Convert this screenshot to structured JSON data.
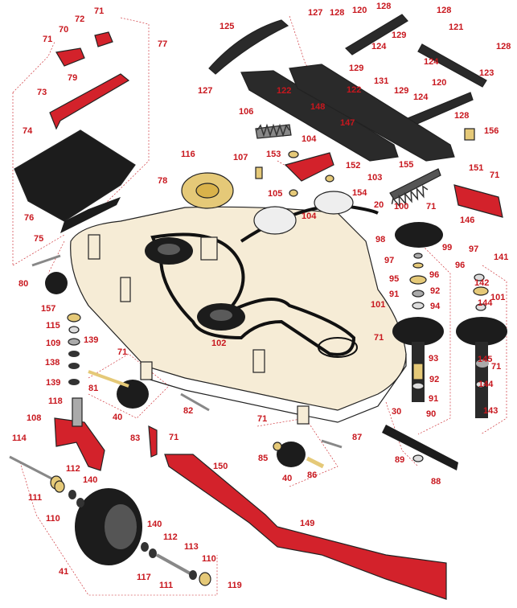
{
  "diagram": {
    "colors": {
      "callout": "#c8171e",
      "deck": "#f6ecd6",
      "red_part": "#d3222b",
      "black_part": "#1c1c1c",
      "brass": "#d9b24a"
    },
    "callouts": [
      {
        "label": "71"
      },
      {
        "label": "72"
      },
      {
        "label": "71"
      },
      {
        "label": "70"
      },
      {
        "label": "77"
      },
      {
        "label": "79"
      },
      {
        "label": "73"
      },
      {
        "label": "74"
      },
      {
        "label": "76"
      },
      {
        "label": "75"
      },
      {
        "label": "78"
      },
      {
        "label": "125"
      },
      {
        "label": "127"
      },
      {
        "label": "127"
      },
      {
        "label": "128"
      },
      {
        "label": "120"
      },
      {
        "label": "128"
      },
      {
        "label": "128"
      },
      {
        "label": "121"
      },
      {
        "label": "128"
      },
      {
        "label": "124"
      },
      {
        "label": "129"
      },
      {
        "label": "124"
      },
      {
        "label": "129"
      },
      {
        "label": "123"
      },
      {
        "label": "122"
      },
      {
        "label": "122"
      },
      {
        "label": "131"
      },
      {
        "label": "120"
      },
      {
        "label": "129"
      },
      {
        "label": "124"
      },
      {
        "label": "128"
      },
      {
        "label": "106"
      },
      {
        "label": "148"
      },
      {
        "label": "147"
      },
      {
        "label": "156"
      },
      {
        "label": "104"
      },
      {
        "label": "116"
      },
      {
        "label": "107"
      },
      {
        "label": "153"
      },
      {
        "label": "152"
      },
      {
        "label": "103"
      },
      {
        "label": "105"
      },
      {
        "label": "154"
      },
      {
        "label": "155"
      },
      {
        "label": "20"
      },
      {
        "label": "104"
      },
      {
        "label": "151"
      },
      {
        "label": "71"
      },
      {
        "label": "146"
      },
      {
        "label": "100"
      },
      {
        "label": "71"
      },
      {
        "label": "98"
      },
      {
        "label": "99"
      },
      {
        "label": "97"
      },
      {
        "label": "96"
      },
      {
        "label": "95"
      },
      {
        "label": "92"
      },
      {
        "label": "91"
      },
      {
        "label": "94"
      },
      {
        "label": "101"
      },
      {
        "label": "97"
      },
      {
        "label": "141"
      },
      {
        "label": "96"
      },
      {
        "label": "142"
      },
      {
        "label": "144"
      },
      {
        "label": "101"
      },
      {
        "label": "71"
      },
      {
        "label": "93"
      },
      {
        "label": "145"
      },
      {
        "label": "92"
      },
      {
        "label": "71"
      },
      {
        "label": "144"
      },
      {
        "label": "91"
      },
      {
        "label": "143"
      },
      {
        "label": "90"
      },
      {
        "label": "30"
      },
      {
        "label": "89"
      },
      {
        "label": "88"
      },
      {
        "label": "80"
      },
      {
        "label": "157"
      },
      {
        "label": "115"
      },
      {
        "label": "109"
      },
      {
        "label": "139"
      },
      {
        "label": "138"
      },
      {
        "label": "139"
      },
      {
        "label": "118"
      },
      {
        "label": "71"
      },
      {
        "label": "102"
      },
      {
        "label": "81"
      },
      {
        "label": "40"
      },
      {
        "label": "82"
      },
      {
        "label": "108"
      },
      {
        "label": "83"
      },
      {
        "label": "71"
      },
      {
        "label": "71"
      },
      {
        "label": "87"
      },
      {
        "label": "85"
      },
      {
        "label": "40"
      },
      {
        "label": "86"
      },
      {
        "label": "150"
      },
      {
        "label": "114"
      },
      {
        "label": "112"
      },
      {
        "label": "140"
      },
      {
        "label": "111"
      },
      {
        "label": "110"
      },
      {
        "label": "149"
      },
      {
        "label": "140"
      },
      {
        "label": "112"
      },
      {
        "label": "113"
      },
      {
        "label": "110"
      },
      {
        "label": "41"
      },
      {
        "label": "117"
      },
      {
        "label": "111"
      },
      {
        "label": "119"
      }
    ]
  }
}
